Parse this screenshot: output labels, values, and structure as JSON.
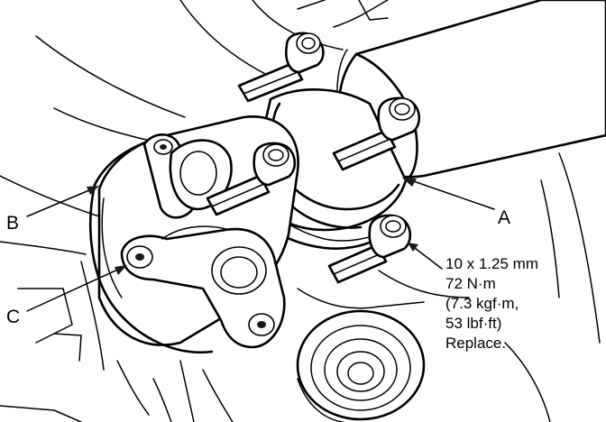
{
  "callouts": {
    "a": "A",
    "b": "B",
    "c": "C"
  },
  "bolt_spec": {
    "size": "10 x 1.25 mm",
    "torque_nm": "72 N·m",
    "torque_kgfm": "(7.3 kgf·m,",
    "torque_lbfft": "53 lbf·ft)",
    "note": "Replace."
  }
}
